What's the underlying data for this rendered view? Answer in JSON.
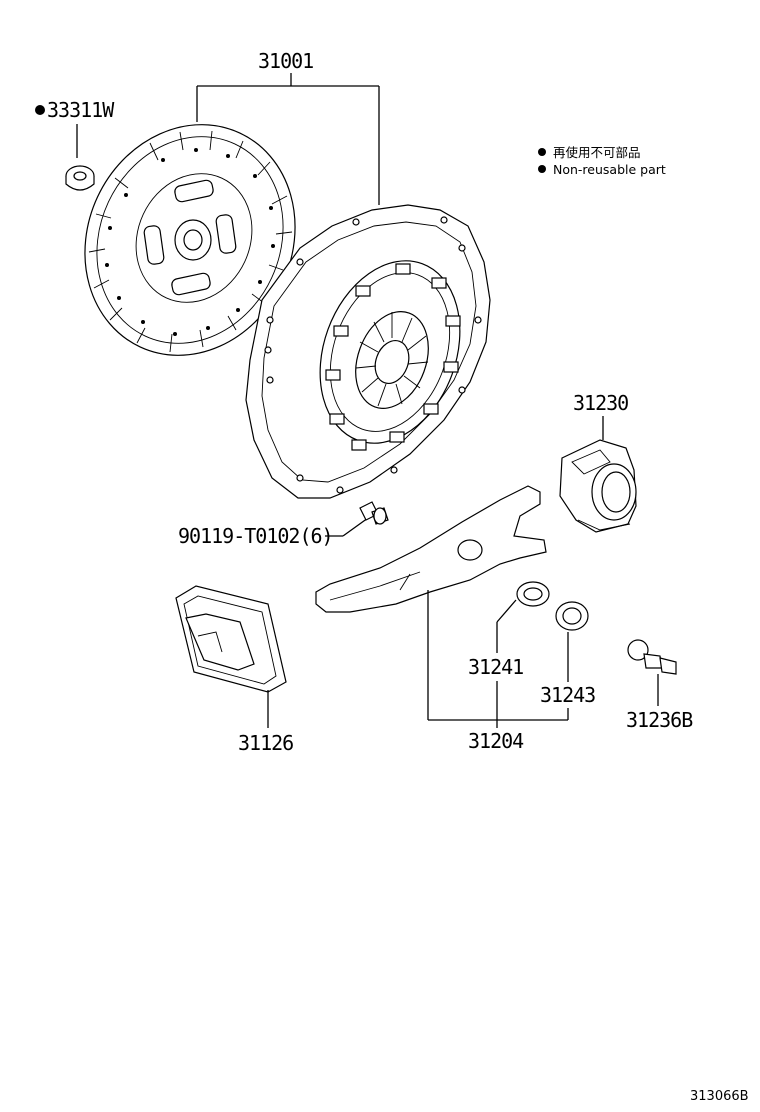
{
  "labels": {
    "clutch_cover": "31001",
    "pilot_bearing": "33311W",
    "release_bearing": "31230",
    "bolt": "90119-T0102(6)",
    "boot": "31126",
    "fork_sub_assy": "31204",
    "fork_bearing_1": "31241",
    "fork_bearing_2": "31243",
    "pivot_stud": "31236B"
  },
  "legend": {
    "line_jp": "再使用不可部品",
    "line_en": "Non-reusable part"
  },
  "ref_code": "313066B",
  "non_reusable_marker": "●"
}
